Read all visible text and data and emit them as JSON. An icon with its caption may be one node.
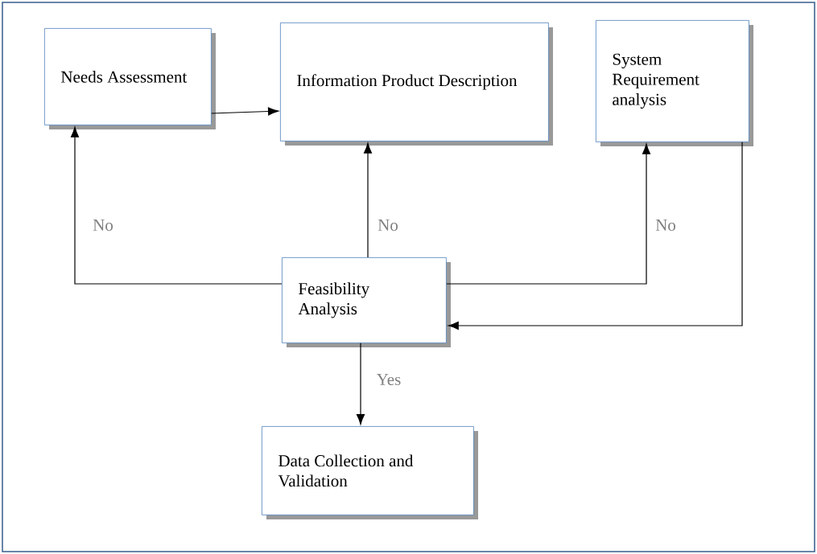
{
  "diagram": {
    "nodes": [
      {
        "text": [
          "Needs Assessment"
        ]
      },
      {
        "text": [
          "Information Product Description"
        ]
      },
      {
        "text": [
          "System Requirement analysis"
        ]
      },
      {
        "text": [
          "Feasibility Analysis"
        ]
      },
      {
        "text": [
          "Data Collection and Validation"
        ]
      }
    ],
    "edges": [
      {
        "from": 0,
        "to": 1,
        "arrow": "to"
      },
      {
        "from": 3,
        "to": 0,
        "arrow": "to",
        "label": "No"
      },
      {
        "from": 3,
        "to": 1,
        "arrow": "to",
        "label": "No"
      },
      {
        "from": 3,
        "to": 2,
        "arrow": "to",
        "label": "No"
      },
      {
        "from": 2,
        "to": 3,
        "arrow": "to"
      },
      {
        "from": 3,
        "to": 4,
        "arrow": "to",
        "label": "Yes"
      }
    ]
  }
}
